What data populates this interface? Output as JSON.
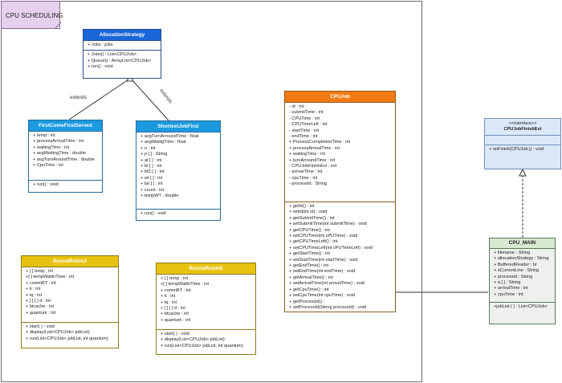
{
  "package": {
    "label": "CPU SCHEDULING"
  },
  "edge_labels": {
    "fcfs_extends": "extends",
    "sjf_extends": "extends"
  },
  "classes": {
    "allocation_strategy": {
      "name": "AllocationStrategy",
      "attributes": [
        "+ Jobs : jobs"
      ],
      "methods": [
        "+ Jobs() : List<CPUJob>",
        "+  Queue() : ArrayList<CPUJob>",
        "+ run() : void"
      ]
    },
    "fcfs": {
      "name": "FirstComeFirstServed",
      "attributes": [
        "+ temp : int",
        "+ processArrivalTime : int",
        "+ waitingTime : int",
        "+ avgWaitingTime : double",
        "+ avgTurnAroundTime : double",
        "+ CpuTime : int"
      ],
      "methods": [
        "+ run() : void"
      ]
    },
    "sjf": {
      "name": "ShortestJobFirst",
      "attributes": [
        "+ avgTurnArroundTime : float",
        "+ avgWaitigTime : float",
        "+ n : int",
        "+ p [ ] : String",
        "+ at [ ] : int",
        "+ bt [ ] : int",
        "+ bt2 [ ] : int",
        "+ wt [ ] : int",
        "+ tat [ ] : int",
        "+ count : int",
        "+ tempWT : double"
      ],
      "methods": [
        "+ run() : void"
      ]
    },
    "cpujob": {
      "name": "CPUJob",
      "attributes": [
        "- id : int",
        "- submitTime : int",
        "- CPUTime : int",
        "- CPUTimeLeft : int",
        "- startTime : int",
        "- endTime : int",
        "+ ProcessCompletionTime : int",
        "+ processArrivalTime : int",
        "+ waitingTime : int",
        "+ turnArroundTime : int",
        "- CPUJobFinishEvt : evt",
        "- arrivalTime : int",
        "- cpuTime : int",
        "- processId : String"
      ],
      "methods": [
        "+ getId() : int",
        "+ setId(int id) : void",
        "+ getSubmitTime() : int",
        "+ setSubmitTime(int submitTime) : void",
        "+ getCPUTime() : int",
        "+ setCPUTime(int cPUTime) : void",
        "+ getCPUTimeLeft() : int",
        "+ setCPUTimeLeft(int cPUTimeLeft) : void",
        "+ getStartTime() : int",
        "+ setStartTime(int startTime) : void",
        "+ getEndTime() : int",
        "+ setEndTime(int endTime) : void",
        "+ getArrivalTime() : int",
        "+ setArrivalTime(int arrivalTime) : void",
        "+ getCpuTime() : int",
        "+ setCpuTime(int cpuTime) : void",
        "+ getProcessId() :",
        "+ setProcessId(String processId) : void"
      ]
    },
    "rr3": {
      "name": "RoundRobin3",
      "attributes": [
        "+ [ ] temp : int",
        "+[ ] tempWaitinTime : int",
        "+ commBT : int",
        "+ k : int",
        "+ tq : int",
        "+ [ ] [ ] d : int",
        "+ btcache : int",
        "+ quantum : int"
      ],
      "methods": [
        "+ start( ) : void",
        "+ display(List<CPUJob> jobList)",
        "+ run(List<CPUJob> jobList, int quantum)"
      ]
    },
    "rr5": {
      "name": "RoundRobin5",
      "attributes": [
        "+ [ ] temp : int",
        "+[ ] tempWaitinTime : int",
        "+ commBT : int",
        "+ k : int",
        "+ tq : int",
        "+ [ ] [ ] d : int",
        "+ btcache : int",
        "+ quantum : int"
      ],
      "methods": [
        "+ start( ) : void",
        "+ display(List<CPUJob> jobList)",
        "+ run(List<CPUJob> jobList, int quantum)"
      ]
    },
    "iface": {
      "stereotype": "<<Interface>>",
      "name": "CPUJobFinishEvt",
      "methods": [
        "+ onFinish(CPUJob j) : void"
      ]
    },
    "cpumain": {
      "name": "CPU_MAIN",
      "attributes": [
        "+ filename : String",
        "+ allocationStrategy : String",
        "+ BufferedReader : br",
        "+ sCurrentLine : String",
        "+ processId : String",
        "+ a [ ] : String",
        "+ arrivalTime : int",
        "+ cpuTime : int"
      ],
      "methods": [
        "+jobList ( ) : List<CPUJob>"
      ]
    }
  },
  "colors": {
    "frame": "#6b6b6b",
    "package_tab": "#e6d0ee",
    "allocation_header": "#1a66d8",
    "subclass_header": "#1b9ae0",
    "roundrobin_header": "#e8c210",
    "cpujob_header": "#f27a12",
    "interface_fill": "#dbe8f8",
    "main_header": "#d7e8d0"
  }
}
